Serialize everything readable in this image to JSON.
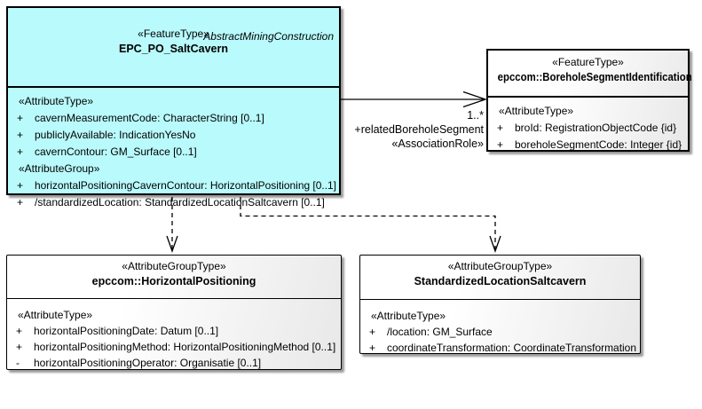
{
  "diagram_colors": {
    "feature_type_fill": "#B9FAFC",
    "group_type_fill": "#FFFFFF",
    "line": "#000000"
  },
  "classes": {
    "salt_cavern": {
      "package": "AbstractMiningConstruction",
      "stereotype": "«FeatureType»",
      "name": "EPC_PO_SaltCavern",
      "attribute_type_header": "«AttributeType»",
      "attribute_group_header": "«AttributeGroup»",
      "attributes": [
        {
          "vis": "+",
          "text": "cavernMeasurementCode: CharacterString [0..1]"
        },
        {
          "vis": "+",
          "text": "publiclyAvailable: IndicationYesNo"
        },
        {
          "vis": "+",
          "text": "cavernContour: GM_Surface [0..1]"
        }
      ],
      "group_attributes": [
        {
          "vis": "+",
          "text": "horizontalPositioningCavernContour: HorizontalPositioning [0..1]"
        },
        {
          "vis": "+",
          "text": "/standardizedLocation: StandardizedLocationSaltcavern [0..1]"
        }
      ]
    },
    "borehole_segment": {
      "stereotype": "«FeatureType»",
      "name": "epccom::BoreholeSegmentIdentification",
      "attribute_type_header": "«AttributeType»",
      "attributes": [
        {
          "vis": "+",
          "text": "broId: RegistrationObjectCode {id}"
        },
        {
          "vis": "+",
          "text": "boreholeSegmentCode: Integer {id}"
        }
      ]
    },
    "horizontal_positioning": {
      "stereotype": "«AttributeGroupType»",
      "name": "epccom::HorizontalPositioning",
      "attribute_type_header": "«AttributeType»",
      "attributes": [
        {
          "vis": "+",
          "text": "horizontalPositioningDate: Datum [0..1]"
        },
        {
          "vis": "+",
          "text": "horizontalPositioningMethod: HorizontalPositioningMethod [0..1]"
        },
        {
          "vis": "-",
          "text": "horizontalPositioningOperator: Organisatie [0..1]"
        }
      ]
    },
    "standardized_location": {
      "stereotype": "«AttributeGroupType»",
      "name": "StandardizedLocationSaltcavern",
      "attribute_type_header": "«AttributeType»",
      "attributes": [
        {
          "vis": "+",
          "text": "/location: GM_Surface"
        },
        {
          "vis": "+",
          "text": "coordinateTransformation: CoordinateTransformation"
        }
      ]
    }
  },
  "association": {
    "multiplicity": "1..*",
    "role_name": "+relatedBoreholeSegment",
    "stereotype": "«AssociationRole»"
  }
}
